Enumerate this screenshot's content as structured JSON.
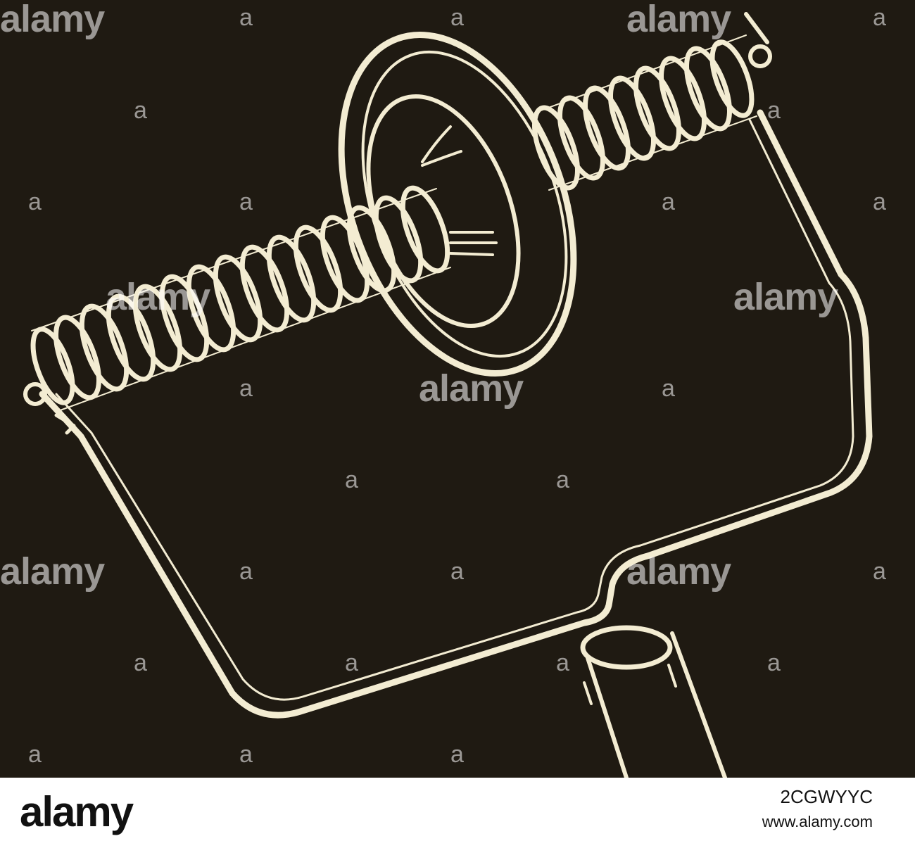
{
  "image": {
    "subject": "",
    "background_color": "#1f1a12",
    "line_color": "#f3ecd2"
  },
  "watermarks": [
    {
      "text": "alamy"
    },
    {
      "text": "a"
    },
    {
      "text": "alamy"
    },
    {
      "text": "a"
    },
    {
      "text": "a"
    },
    {
      "text": "a"
    },
    {
      "text": "a"
    },
    {
      "text": "a"
    },
    {
      "text": "a"
    },
    {
      "text": "a"
    },
    {
      "text": "alamy"
    },
    {
      "text": "alamy"
    },
    {
      "text": "alamy"
    },
    {
      "text": "a"
    },
    {
      "text": "a"
    },
    {
      "text": "a"
    },
    {
      "text": "a"
    },
    {
      "text": "a"
    },
    {
      "text": "alamy"
    },
    {
      "text": "a"
    },
    {
      "text": "alamy"
    },
    {
      "text": "a"
    },
    {
      "text": "a"
    },
    {
      "text": "a"
    },
    {
      "text": "a"
    },
    {
      "text": "a"
    },
    {
      "text": "a"
    },
    {
      "text": "a"
    },
    {
      "text": "a"
    },
    {
      "text": "a"
    }
  ],
  "footer": {
    "logo": "alamy",
    "image_id": "2CGWYYC",
    "url": "www.alamy.com"
  }
}
